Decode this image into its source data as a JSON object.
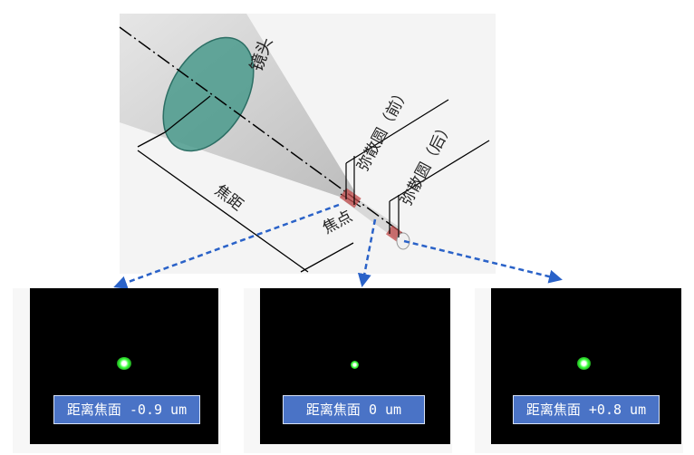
{
  "labels": {
    "lens": "镜头",
    "coc_front": "弥散圆（前）",
    "coc_back": "弥散圆（后）",
    "focal_length": "焦距",
    "focus": "焦点"
  },
  "panels": [
    {
      "caption": "距离焦面 -0.9 um"
    },
    {
      "caption": "距离焦面 0 um"
    },
    {
      "caption": "距离焦面 +0.8 um"
    }
  ],
  "colors": {
    "lens_fill": "#4a9a8c",
    "cone_fill": "#d4d4d4",
    "arrow": "#2a62c8",
    "caption_bg": "#4a73c6",
    "spot": "#38ff38"
  }
}
